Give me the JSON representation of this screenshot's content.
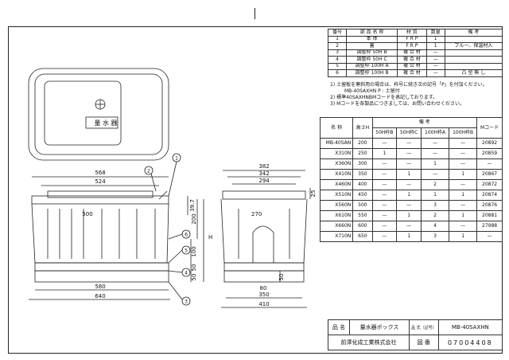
{
  "parts_table": {
    "headers": [
      "番号",
      "部 品 名 称",
      "材 質",
      "数量",
      "備 考"
    ],
    "rows": [
      [
        "1",
        "本 体",
        "F R P",
        "1",
        ""
      ],
      [
        "2",
        "蓋",
        "F R P",
        "1",
        "ブルー、保温材入"
      ],
      [
        "3",
        "調整枠 50H B",
        "複 合 材",
        "—",
        ""
      ],
      [
        "4",
        "調整枠 50H C",
        "複 合 材",
        "—",
        ""
      ],
      [
        "5",
        "調整枠 100H A",
        "複 合 材",
        "—",
        ""
      ],
      [
        "6",
        "調整枠 100H B",
        "複 合 材",
        "—",
        "凸 型 無 し"
      ]
    ]
  },
  "notes": [
    "1) 土留板を寒斜用の場合は、枠号に続き次の記号「P」を付加ください。",
    "MB-40SAXHN P : 土留付",
    "2) 標準40SAXHNBMコードを表記しております。",
    "3) Mコードを各製品につきましては、お問い合わせください。"
  ],
  "spec_table": {
    "h_name": "名 称",
    "h_height": "高さH",
    "h_group": "備 考",
    "h_mcode": "Mコード",
    "sub": [
      "50H枠B",
      "50H枠C",
      "100H枠A",
      "100H枠B"
    ],
    "rows": [
      [
        "MB-40SAN",
        "200",
        "—",
        "—",
        "—",
        "—",
        "20892"
      ],
      [
        "X310N",
        "250",
        "1",
        "—",
        "—",
        "—",
        "20859"
      ],
      [
        "X360N",
        "300",
        "—",
        "—",
        "1",
        "—",
        "—"
      ],
      [
        "X410N",
        "350",
        "—",
        "1",
        "—",
        "1",
        "20867"
      ],
      [
        "X460N",
        "400",
        "—",
        "—",
        "2",
        "—",
        "20872"
      ],
      [
        "X510N",
        "450",
        "—",
        "1",
        "1",
        "1",
        "20874"
      ],
      [
        "X560N",
        "500",
        "—",
        "—",
        "3",
        "—",
        "20876"
      ],
      [
        "X610N",
        "550",
        "—",
        "1",
        "2",
        "1",
        "20881"
      ],
      [
        "X660N",
        "600",
        "—",
        "—",
        "4",
        "—",
        "27988"
      ],
      [
        "X710N",
        "650",
        "—",
        "1",
        "3",
        "1",
        "—"
      ]
    ]
  },
  "title_block": {
    "name_label": "品 名",
    "name_value": "量水器ボックス",
    "model_label": "品 式（記号）",
    "model_value": "MB-40SAXHN",
    "company": "前澤化成工業株式会社",
    "number_label": "図 番",
    "number_value": "07004408"
  },
  "drawing": {
    "lid_text": "量 水 器",
    "dims_front": {
      "d568": "568",
      "d524": "524",
      "d500": "500",
      "d580": "580",
      "d640": "640",
      "d397": "39.7",
      "d200": "200",
      "dH": "H",
      "d100": "100",
      "d50": "50",
      "d50b": "50"
    },
    "dims_side": {
      "d382": "382",
      "d342": "342",
      "d294": "294",
      "d25": "25",
      "d270": "270",
      "d80": "80",
      "d350": "350",
      "d410": "410",
      "d50": "50"
    },
    "callouts": [
      "1",
      "2",
      "3",
      "4",
      "5",
      "6"
    ]
  }
}
